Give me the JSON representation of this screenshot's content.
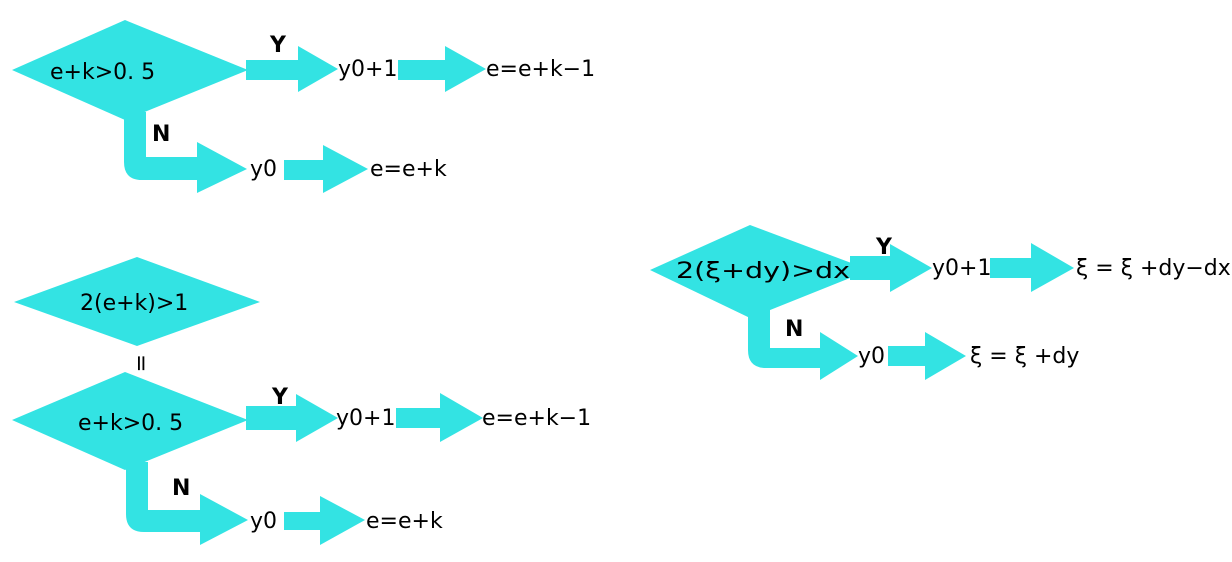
{
  "colors": {
    "shape_fill": "#33e3e3",
    "text": "#000000",
    "background": "#ffffff"
  },
  "flow1": {
    "condition": "e+k>0. 5",
    "yes_label": "Y",
    "no_label": "N",
    "yes_step1": "y0+1",
    "yes_step2": "e=e+k−1",
    "no_step1": "y0",
    "no_step2": "e=e+k"
  },
  "flow2": {
    "condition_top": "2(e+k)>1",
    "equivalence": "=",
    "condition": "e+k>0. 5",
    "yes_label": "Y",
    "no_label": "N",
    "yes_step1": "y0+1",
    "yes_step2": "e=e+k−1",
    "no_step1": "y0",
    "no_step2": "e=e+k"
  },
  "flow3": {
    "condition": "2(ξ+dy)>dx",
    "yes_label": "Y",
    "no_label": "N",
    "yes_step1": "y0+1",
    "yes_step2": "ξ = ξ +dy−dx",
    "no_step1": "y0",
    "no_step2": "ξ = ξ +dy"
  }
}
